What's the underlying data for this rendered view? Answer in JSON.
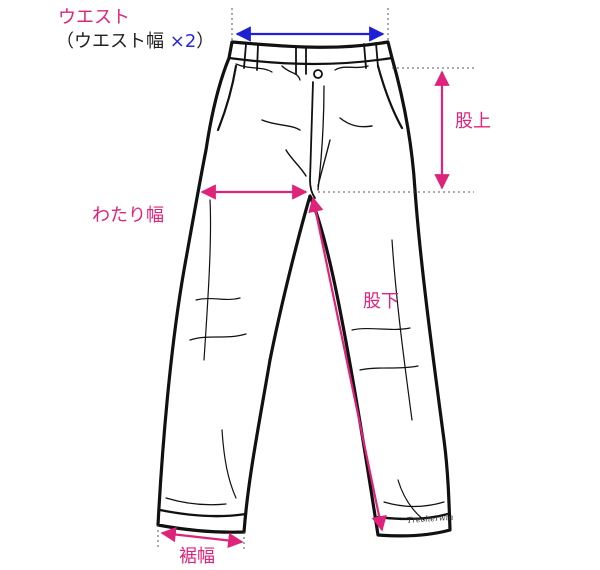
{
  "labels": {
    "waist": "ウエスト",
    "waist_note_open": "（ウエスト幅",
    "waist_note_times": "×2",
    "waist_note_close": "）",
    "rise": "股上",
    "thigh_width": "わたり幅",
    "inseam": "股下",
    "hem_width": "裾幅"
  },
  "signature": "Trecherwin",
  "colors": {
    "accent": "#e0237a",
    "waist_arrow": "#1f1fd6",
    "outline": "#111111",
    "guide": "#555555"
  }
}
